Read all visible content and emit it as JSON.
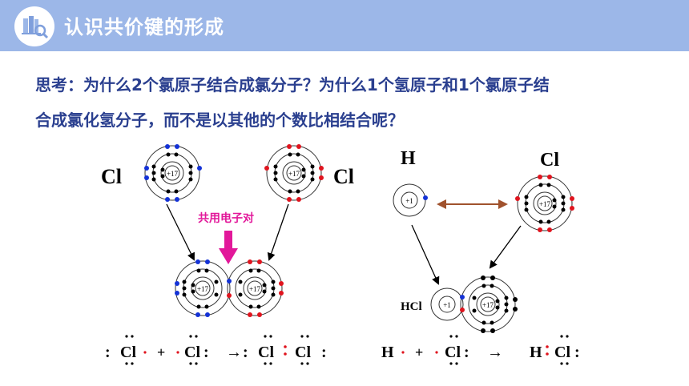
{
  "header": {
    "title": "认识共价键的形成"
  },
  "question": {
    "line1": "思考：为什么2个氯原子结合成氯分子？为什么1个氢原子和1个氯原子结",
    "line2": "合成氯化氢分子，而不是以其他的个数比相结合呢？"
  },
  "left_diagram": {
    "atom_label_left": "Cl",
    "atom_label_right": "Cl",
    "nucleus_label": "+17",
    "shared_pair_label": "共用电子对"
  },
  "right_diagram": {
    "h_label": "H",
    "cl_label": "Cl",
    "h_nucleus_label": "+1",
    "cl_nucleus_label": "+17",
    "molecule_label": "HCl"
  },
  "lewis_left": {
    "cl1": "Cl",
    "plus": "+",
    "cl2": "Cl",
    "arrow": "→",
    "cl3": "Cl",
    "cl4": "Cl"
  },
  "lewis_right": {
    "h": "H",
    "plus": "+",
    "cl": "Cl",
    "arrow": "→",
    "h2": "H",
    "cl2": "Cl"
  },
  "colors": {
    "header_bg": "#9cb7e8",
    "question_text": "#2a3f8f",
    "shared_label": "#e2189a",
    "blue_electron": "#1432d6",
    "red_electron": "#e0141e",
    "double_arrow": "#a0522d"
  }
}
